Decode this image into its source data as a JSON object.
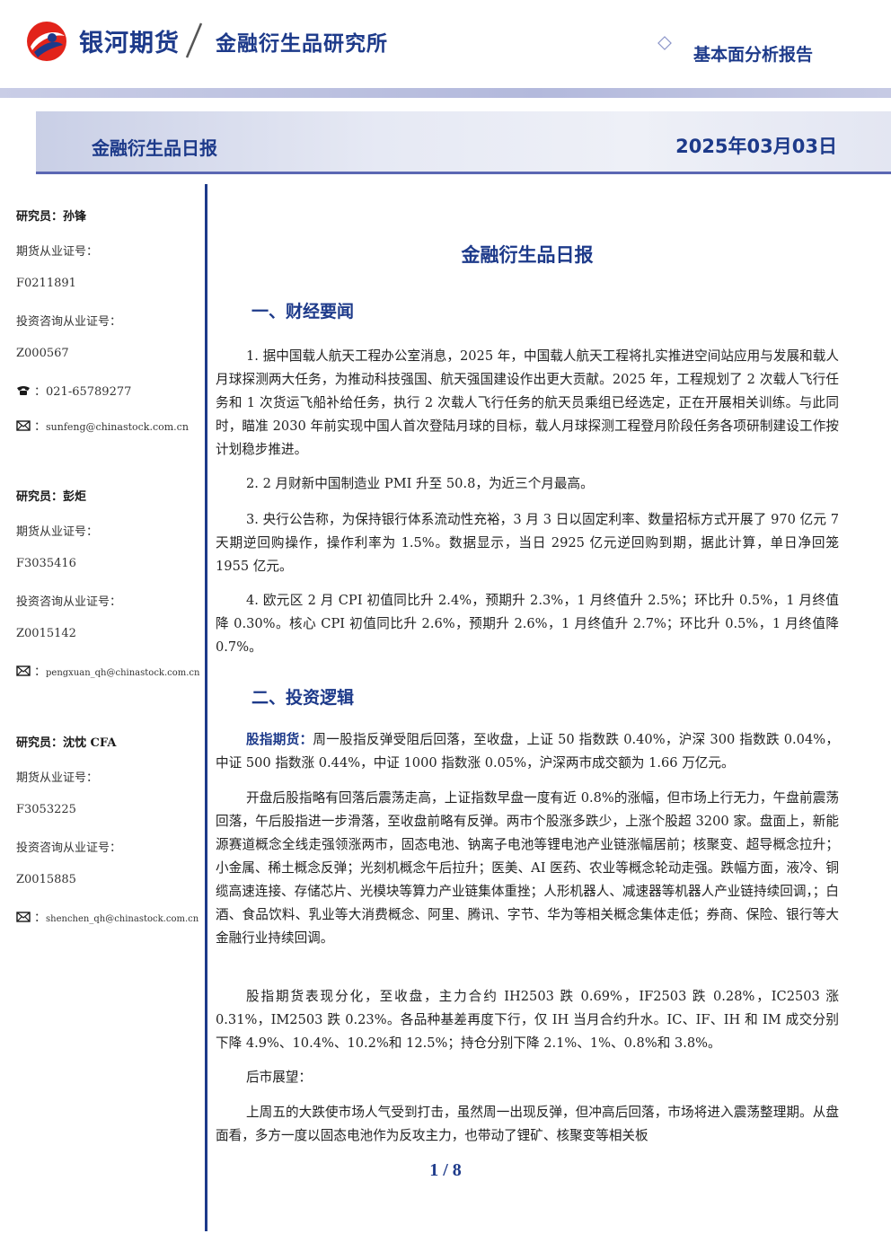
{
  "header": {
    "brand_name": "银河期货",
    "brand_sub": "金融衍生品研究所",
    "report_type": "基本面分析报告",
    "colors": {
      "brand_blue": "#1d3a8a",
      "logo_red": "#e2231a"
    }
  },
  "title_band": {
    "title": "金融衍生品日报",
    "date": "2025年03月03日"
  },
  "analysts": [
    {
      "role_name": "研究员：孙锋",
      "license_label": "期货从业证号：",
      "license_no": "F0211891",
      "consult_label": "投资咨询从业证号：",
      "consult_no": "Z000567",
      "phone": "021-65789277",
      "email": "sunfeng@chinastock.com.cn"
    },
    {
      "role_name": "研究员：彭炬",
      "license_label": "期货从业证号：",
      "license_no": "F3035416",
      "consult_label": "投资咨询从业证号：",
      "consult_no": "Z0015142",
      "email": "pengxuan_qh@chinastock.com.cn"
    },
    {
      "role_name": "研究员：沈忱  CFA",
      "license_label": "期货从业证号：",
      "license_no": "F3053225",
      "consult_label": "投资咨询从业证号：",
      "consult_no": "Z0015885",
      "email": "shenchen_qh@chinastock.com.cn"
    }
  ],
  "main": {
    "doc_title": "金融衍生品日报",
    "section1_title": "一、财经要闻",
    "news": [
      "1. 据中国载人航天工程办公室消息，2025 年，中国载人航天工程将扎实推进空间站应用与发展和载人月球探测两大任务，为推动科技强国、航天强国建设作出更大贡献。2025 年，工程规划了 2 次载人飞行任务和 1 次货运飞船补给任务，执行 2 次载人飞行任务的航天员乘组已经选定，正在开展相关训练。与此同时，瞄准 2030 年前实现中国人首次登陆月球的目标，载人月球探测工程登月阶段任务各项研制建设工作按计划稳步推进。",
      "2. 2 月财新中国制造业 PMI 升至 50.8，为近三个月最高。",
      "3. 央行公告称，为保持银行体系流动性充裕，3 月 3 日以固定利率、数量招标方式开展了 970 亿元 7 天期逆回购操作，操作利率为 1.5%。数据显示，当日 2925 亿元逆回购到期，据此计算，单日净回笼 1955 亿元。",
      "4. 欧元区 2 月 CPI 初值同比升 2.4%，预期升 2.3%，1 月终值升 2.5%；环比升 0.5%，1 月终值降 0.30%。核心 CPI 初值同比升 2.6%，预期升 2.6%，1 月终值升 2.7%；环比升 0.5%，1 月终值降 0.7%。"
    ],
    "section2_title": "二、投资逻辑",
    "logic_label": "股指期货：",
    "logic_intro": "周一股指反弹受阻后回落，至收盘，上证 50 指数跌 0.40%，沪深 300 指数跌 0.04%，中证 500 指数涨 0.44%，中证 1000 指数涨 0.05%，沪深两市成交额为 1.66 万亿元。",
    "logic_paras": [
      "开盘后股指略有回落后震荡走高，上证指数早盘一度有近 0.8%的涨幅，但市场上行无力，午盘前震荡回落，午后股指进一步滑落，至收盘前略有反弹。两市个股涨多跌少，上涨个股超 3200 家。盘面上，新能源赛道概念全线走强领涨两市，固态电池、钠离子电池等锂电池产业链涨幅居前；核聚变、超导概念拉升；小金属、稀土概念反弹；光刻机概念午后拉升；医美、AI 医药、农业等概念轮动走强。跌幅方面，液冷、铜缆高速连接、存储芯片、光模块等算力产业链集体重挫；人形机器人、减速器等机器人产业链持续回调，；白酒、食品饮料、乳业等大消费概念、阿里、腾讯、字节、华为等相关概念集体走低；券商、保险、银行等大金融行业持续回调。",
      "股指期货表现分化，至收盘，主力合约 IH2503 跌 0.69%，IF2503 跌 0.28%，IC2503 涨 0.31%，IM2503 跌 0.23%。各品种基差再度下行，仅 IH 当月合约升水。IC、IF、IH 和 IM 成交分别下降 4.9%、10.4%、10.2%和 12.5%；持仓分别下降 2.1%、1%、0.8%和 3.8%。",
      "后市展望：",
      "上周五的大跌使市场人气受到打击，虽然周一出现反弹，但冲高后回落，市场将进入震荡整理期。从盘面看，多方一度以固态电池作为反攻主力，也带动了锂矿、核聚变等相关板"
    ]
  },
  "footer": {
    "page": "1 / 8"
  }
}
